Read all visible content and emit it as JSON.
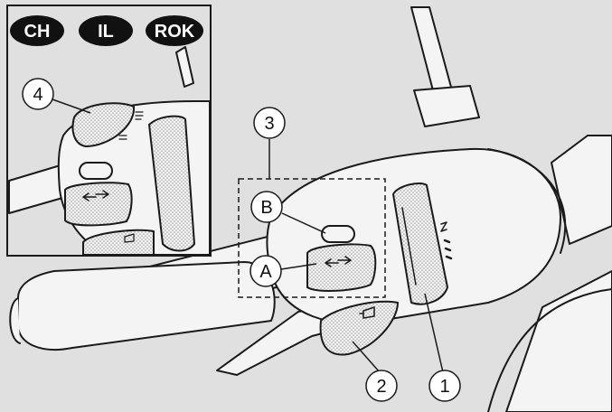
{
  "badges": [
    "CH",
    "IL",
    "ROK"
  ],
  "callouts": {
    "c1": "1",
    "c2": "2",
    "c3": "3",
    "c4": "4",
    "cA": "A",
    "cB": "B"
  },
  "icons": [
    "headlight-beam-icon",
    "turn-signal-arrows-icon",
    "horn-icon",
    "engine-stop-switch-icon"
  ],
  "colors": {
    "background": "#e0e0e0",
    "line": "#1a1a1a",
    "fill": "#f4f4f4"
  }
}
